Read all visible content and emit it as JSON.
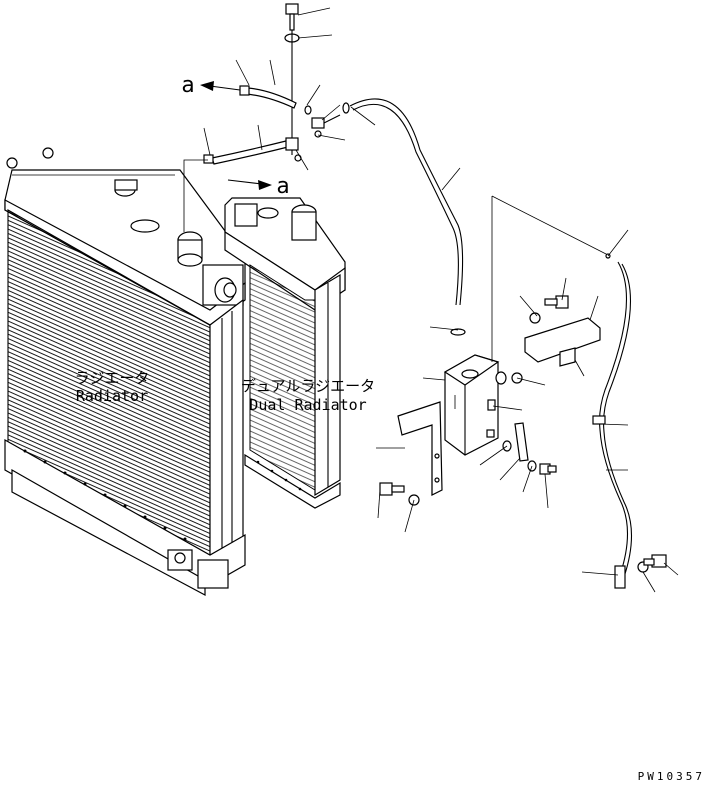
{
  "labels": {
    "radiator_jp": "ラジエータ",
    "radiator_en": "Radiator",
    "dual_radiator_jp": "デュアルラジエータ",
    "dual_radiator_en": "Dual Radiator",
    "arrow_ref_1": "a",
    "arrow_ref_2": "a",
    "figure_code": "PW10357"
  },
  "colors": {
    "ink": "#000000",
    "paper": "#ffffff"
  }
}
